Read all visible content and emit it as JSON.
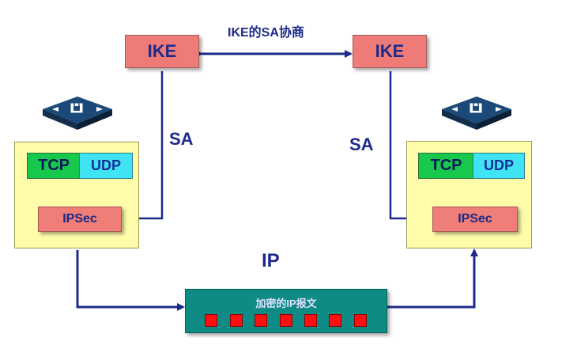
{
  "title": "IKE的SA协商",
  "left": {
    "ike": "IKE",
    "sa": "SA",
    "tcp": "TCP",
    "udp": "UDP",
    "ipsec": "IPSec"
  },
  "right": {
    "ike": "IKE",
    "sa": "SA",
    "tcp": "TCP",
    "udp": "UDP",
    "ipsec": "IPSec"
  },
  "ip_label": "IP",
  "packet_label": "加密的IP报文",
  "colors": {
    "ike": "#ee7b77",
    "host": "#fffcaa",
    "tcp": "#16c84c",
    "udp": "#3fe3f3",
    "packet": "#0e8b84",
    "arrow": "#1e2a8a"
  },
  "icons": [
    "router-lock-icon-left",
    "router-lock-icon-right"
  ]
}
